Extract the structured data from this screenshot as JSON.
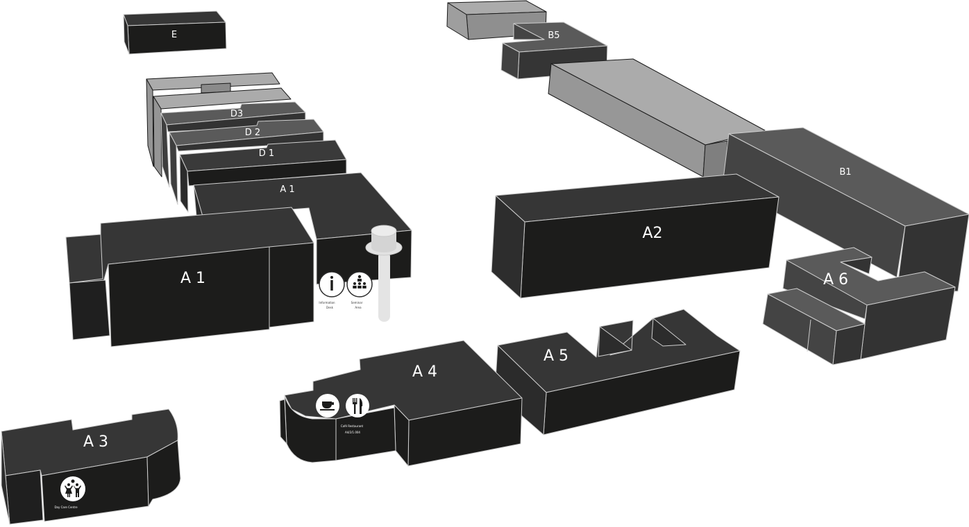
{
  "map": {
    "type": "3d-campus-building-map",
    "colors": {
      "background": "#ffffff",
      "building_top_dark": "#363636",
      "building_front_dark": "#1c1c1b",
      "building_side_dark": "#2b2b2b",
      "building_top_mid": "#5a5a5a",
      "building_side_mid": "#454545",
      "building_top_light": "#ababab",
      "building_side_light": "#959595",
      "label": "#ffffff"
    },
    "buildings": {
      "E": {
        "label": "E"
      },
      "D3": {
        "label": "D3"
      },
      "D2": {
        "label": "D 2"
      },
      "D1": {
        "label": "D 1"
      },
      "A1_back": {
        "label": "A 1"
      },
      "A1_front": {
        "label": "A 1"
      },
      "A2": {
        "label": "A2"
      },
      "A3": {
        "label": "A 3"
      },
      "A4": {
        "label": "A 4"
      },
      "A5": {
        "label": "A 5"
      },
      "A6": {
        "label": "A 6"
      },
      "B1": {
        "label": "B1"
      },
      "B5": {
        "label": "B5"
      }
    },
    "pois": {
      "information": {
        "icon": "info-icon",
        "line1": "Information",
        "line2": "Desk"
      },
      "seminar": {
        "icon": "seminar-icon",
        "line1": "Seminar",
        "line2": "Area"
      },
      "cafe": {
        "icon": "coffee-cup-icon"
      },
      "restaurant": {
        "icon": "fork-knife-icon",
        "line1": "Café Restaurant",
        "line2": "A4/2/1.004"
      },
      "daycare": {
        "icon": "children-icon",
        "line1": "Day Care Centre"
      },
      "location_pin": {
        "icon": "location-pin-icon"
      }
    }
  }
}
